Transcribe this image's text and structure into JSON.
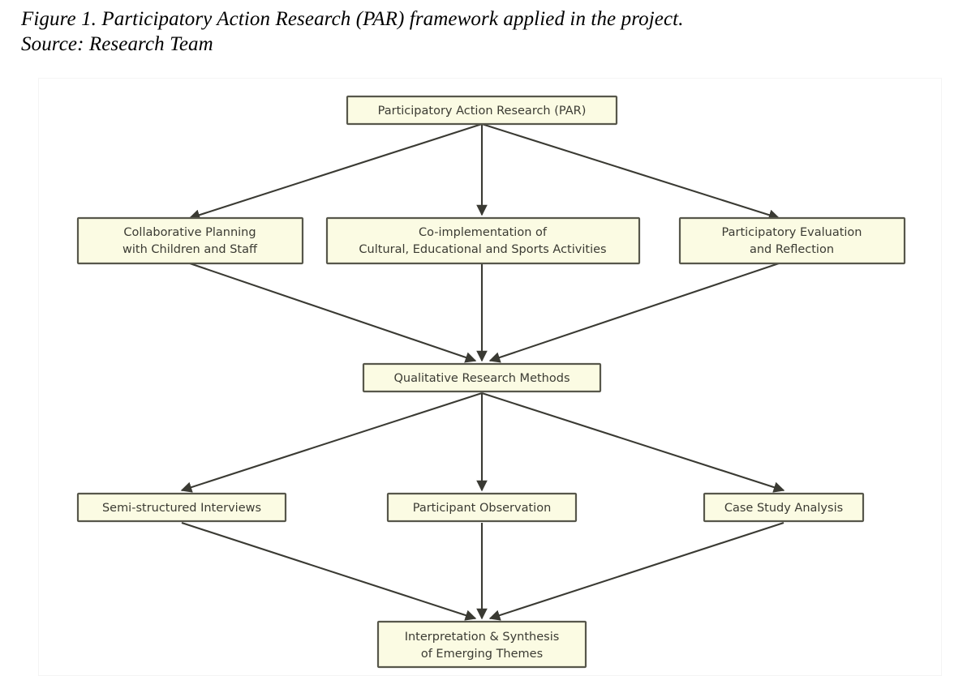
{
  "caption": {
    "line1": "Figure 1. Participatory Action Research (PAR) framework applied in the project.",
    "line2": "Source: Research Team"
  },
  "colors": {
    "node_fill": "#fbfbe3",
    "node_border": "#57574b",
    "node_text": "#3b3b33",
    "edge": "#3a3a33",
    "canvas": "#ffffff",
    "frame_border": "#f4f4f4"
  },
  "diagram": {
    "type": "flowchart",
    "title": "Participatory Action Research (PAR) framework",
    "levels": [
      {
        "level": 1,
        "nodes": [
          {
            "id": "par",
            "lines": [
              "Participatory Action Research (PAR)"
            ]
          }
        ]
      },
      {
        "level": 2,
        "nodes": [
          {
            "id": "planning",
            "lines": [
              "Collaborative Planning",
              "with Children and Staff"
            ]
          },
          {
            "id": "coimplementation",
            "lines": [
              "Co-implementation of",
              "Cultural, Educational and Sports Activities"
            ]
          },
          {
            "id": "evaluation",
            "lines": [
              "Participatory Evaluation",
              "and Reflection"
            ]
          }
        ]
      },
      {
        "level": 3,
        "nodes": [
          {
            "id": "qualitative",
            "lines": [
              "Qualitative Research Methods"
            ]
          }
        ]
      },
      {
        "level": 4,
        "nodes": [
          {
            "id": "interviews",
            "lines": [
              "Semi-structured Interviews"
            ]
          },
          {
            "id": "observation",
            "lines": [
              "Participant Observation"
            ]
          },
          {
            "id": "casestudy",
            "lines": [
              "Case Study Analysis"
            ]
          }
        ]
      },
      {
        "level": 5,
        "nodes": [
          {
            "id": "synthesis",
            "lines": [
              "Interpretation & Synthesis",
              "of Emerging Themes"
            ]
          }
        ]
      }
    ],
    "edges": [
      {
        "from": "par",
        "to": "planning"
      },
      {
        "from": "par",
        "to": "coimplementation"
      },
      {
        "from": "par",
        "to": "evaluation"
      },
      {
        "from": "planning",
        "to": "qualitative"
      },
      {
        "from": "coimplementation",
        "to": "qualitative"
      },
      {
        "from": "evaluation",
        "to": "qualitative"
      },
      {
        "from": "qualitative",
        "to": "interviews"
      },
      {
        "from": "qualitative",
        "to": "observation"
      },
      {
        "from": "qualitative",
        "to": "casestudy"
      },
      {
        "from": "interviews",
        "to": "synthesis"
      },
      {
        "from": "observation",
        "to": "synthesis"
      },
      {
        "from": "casestudy",
        "to": "synthesis"
      }
    ],
    "node_labels": {
      "par": "Participatory Action Research (PAR)",
      "planning_1": "Collaborative Planning",
      "planning_2": "with Children and Staff",
      "coimpl_1": "Co-implementation of",
      "coimpl_2": "Cultural, Educational and Sports Activities",
      "eval_1": "Participatory Evaluation",
      "eval_2": "and Reflection",
      "qualitative": "Qualitative Research Methods",
      "interviews": "Semi-structured Interviews",
      "observation": "Participant Observation",
      "casestudy": "Case Study Analysis",
      "synthesis_1": "Interpretation & Synthesis",
      "synthesis_2": "of Emerging Themes"
    }
  }
}
